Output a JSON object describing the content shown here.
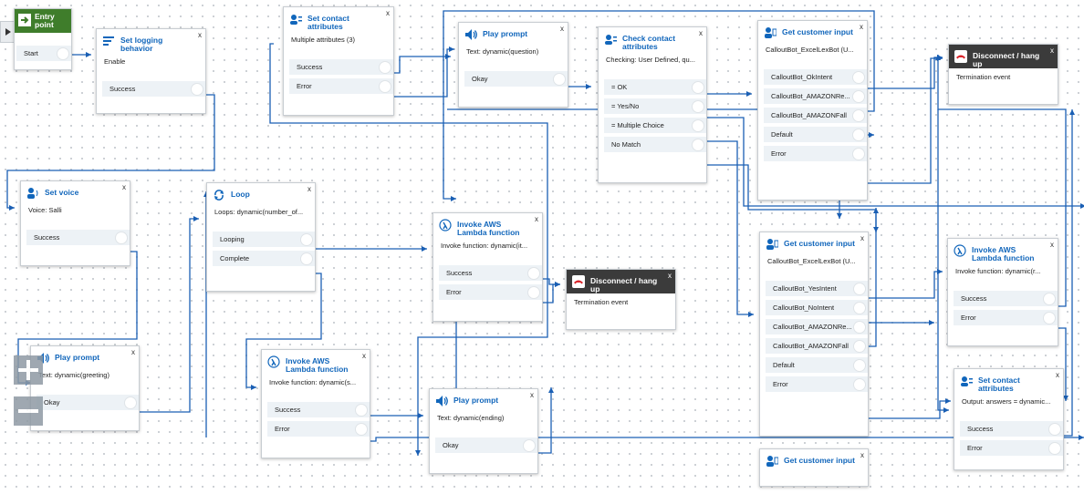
{
  "colors": {
    "link": "#1166bb",
    "entry": "#3f7d2b",
    "disconnect": "#3b3b3b",
    "branch": "#edf2f6",
    "wire": "#1a5fb4"
  },
  "canvas": {
    "entry": {
      "title": "Entry point",
      "branch": "Start"
    },
    "expander_icon": "play-triangle-icon",
    "zoom": {
      "in_icon": "plus-icon",
      "out_icon": "minus-icon"
    },
    "close_glyph": "x",
    "blocks": [
      {
        "id": "set-logging",
        "icon": "logging-icon",
        "title": "Set logging behavior",
        "desc": "Enable",
        "branches": [
          "Success"
        ]
      },
      {
        "id": "set-contact-1",
        "icon": "contact-attributes-icon",
        "title": "Set contact attributes",
        "desc": "Multiple attributes (3)",
        "branches": [
          "Success",
          "Error"
        ]
      },
      {
        "id": "play-prompt-1",
        "icon": "speaker-icon",
        "title": "Play prompt",
        "desc": "Text: dynamic(question)",
        "branches": [
          "Okay"
        ]
      },
      {
        "id": "check-contact",
        "icon": "contact-attributes-icon",
        "title": "Check contact attributes",
        "desc": "Checking: User Defined, qu...",
        "branches": [
          "= OK",
          "= Yes/No",
          "= Multiple Choice",
          "No Match"
        ]
      },
      {
        "id": "get-input-1",
        "icon": "customer-input-icon",
        "title": "Get customer input",
        "desc": "CalloutBot_ExcelLexBot (U...",
        "branches": [
          "CalloutBot_OkIntent",
          "CalloutBot_AMAZONRe...",
          "CalloutBot_AMAZONFall",
          "Default",
          "Error"
        ]
      },
      {
        "id": "disconnect-1",
        "icon": "phone-hangup-icon",
        "title": "Disconnect / hang up",
        "desc": "Termination event",
        "branches": []
      },
      {
        "id": "set-voice",
        "icon": "voice-icon",
        "title": "Set voice",
        "desc": "Voice: Salli",
        "branches": [
          "Success"
        ]
      },
      {
        "id": "loop",
        "icon": "loop-icon",
        "title": "Loop",
        "desc": "Loops: dynamic(number_of...",
        "branches": [
          "Looping",
          "Complete"
        ]
      },
      {
        "id": "lambda-1",
        "icon": "lambda-icon",
        "title": "Invoke AWS Lambda function",
        "desc": "Invoke function: dynamic(it...",
        "branches": [
          "Success",
          "Error"
        ]
      },
      {
        "id": "disconnect-2",
        "icon": "phone-hangup-icon",
        "title": "Disconnect / hang up",
        "desc": "Termination event",
        "branches": []
      },
      {
        "id": "get-input-2",
        "icon": "customer-input-icon",
        "title": "Get customer input",
        "desc": "CalloutBot_ExcelLexBot (U...",
        "branches": [
          "CalloutBot_YesIntent",
          "CalloutBot_NoIntent",
          "CalloutBot_AMAZONRe...",
          "CalloutBot_AMAZONFall",
          "Default",
          "Error"
        ]
      },
      {
        "id": "lambda-3",
        "icon": "lambda-icon",
        "title": "Invoke AWS Lambda function",
        "desc": "Invoke function: dynamic(r...",
        "branches": [
          "Success",
          "Error"
        ]
      },
      {
        "id": "play-prompt-2",
        "icon": "speaker-icon",
        "title": "Play prompt",
        "desc": "Text: dynamic(greeting)",
        "branches": [
          "Okay"
        ]
      },
      {
        "id": "lambda-2",
        "icon": "lambda-icon",
        "title": "Invoke AWS Lambda function",
        "desc": "Invoke function: dynamic(s...",
        "branches": [
          "Success",
          "Error"
        ]
      },
      {
        "id": "play-prompt-3",
        "icon": "speaker-icon",
        "title": "Play prompt",
        "desc": "Text: dynamic(ending)",
        "branches": [
          "Okay"
        ]
      },
      {
        "id": "set-contact-2",
        "icon": "contact-attributes-icon",
        "title": "Set contact attributes",
        "desc": "Output: answers = dynamic...",
        "branches": [
          "Success",
          "Error"
        ]
      },
      {
        "id": "get-input-3",
        "icon": "customer-input-icon",
        "title": "Get customer input",
        "desc": "",
        "branches": []
      }
    ]
  }
}
